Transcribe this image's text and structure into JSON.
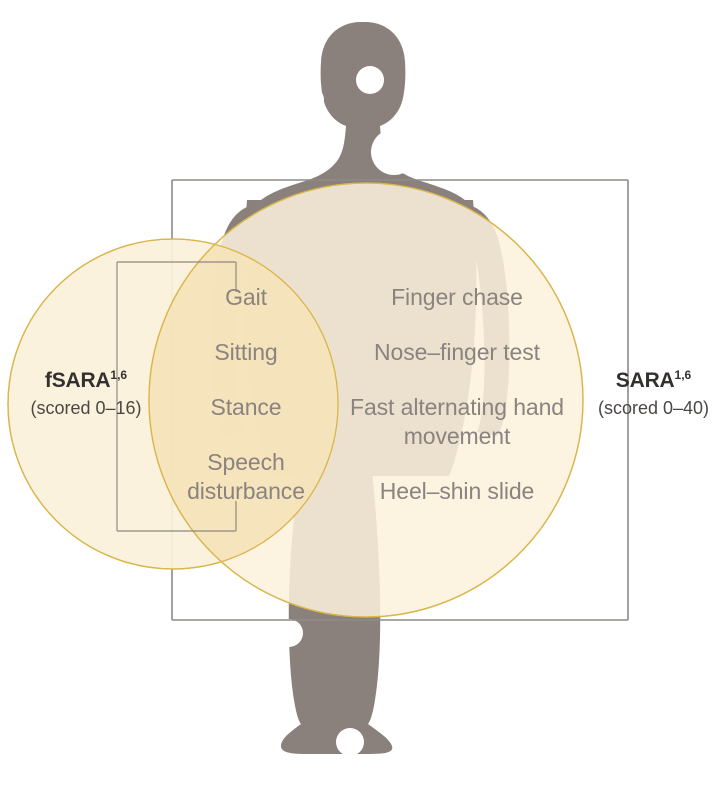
{
  "diagram": {
    "type": "venn",
    "title_hidden": "",
    "colors": {
      "circle_fill_left": "#fbf1dc",
      "circle_fill_right": "#fbf1dc",
      "circle_stroke": "#d9b54a",
      "overlap_fill": "#f4e2b4",
      "silhouette": "#8a817c",
      "bracket_line": "#8e8a86",
      "item_text": "#8a837f",
      "label_text": "#33312f",
      "background": "#ffffff"
    },
    "left_circle": {
      "label": "fSARA",
      "superscript": "1,6",
      "scored": "(scored 0–16)"
    },
    "right_circle": {
      "label": "SARA",
      "superscript": "1,6",
      "scored": "(scored 0–40)"
    },
    "shared_items": [
      "Gait",
      "Sitting",
      "Stance",
      "Speech disturbance"
    ],
    "right_only_items": [
      "Finger chase",
      "Nose–finger test",
      "Fast alternating hand movement",
      "Heel–shin slide"
    ],
    "figure": {
      "name": "human-body-silhouette",
      "joint_markers": 6
    },
    "brackets": {
      "inner": "fsara-scope-bracket",
      "outer": "sara-scope-bracket"
    }
  }
}
